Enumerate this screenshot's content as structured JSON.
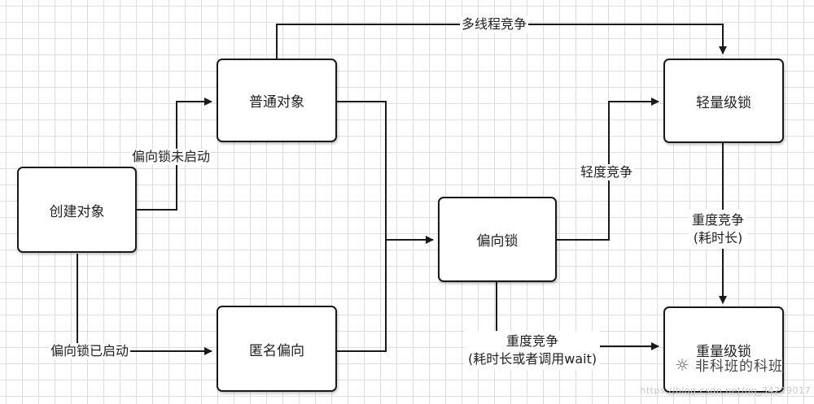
{
  "nodes": {
    "create_object": "创建对象",
    "normal_object": "普通对象",
    "anonymous_biased": "匿名偏向",
    "biased_lock": "偏向锁",
    "lightweight_lock": "轻量级锁",
    "heavyweight_lock": "重量级锁"
  },
  "edges": {
    "multi_thread_contention": "多线程竞争",
    "bias_not_enabled": "偏向锁未启动",
    "bias_enabled": "偏向锁已启动",
    "light_contention": "轻度竞争",
    "heavy_contention_l1": "重度竞争",
    "heavy_contention_l2": "(耗时长)",
    "heavy_wait_l1": "重度竞争",
    "heavy_wait_l2": "(耗时长或者调用wait)"
  },
  "watermark": {
    "brand": "非科班的科班",
    "url": "https://blog.csdn.net/qq_34229017"
  },
  "colors": {
    "line": "#1a1a1a",
    "grid": "#dedede"
  }
}
